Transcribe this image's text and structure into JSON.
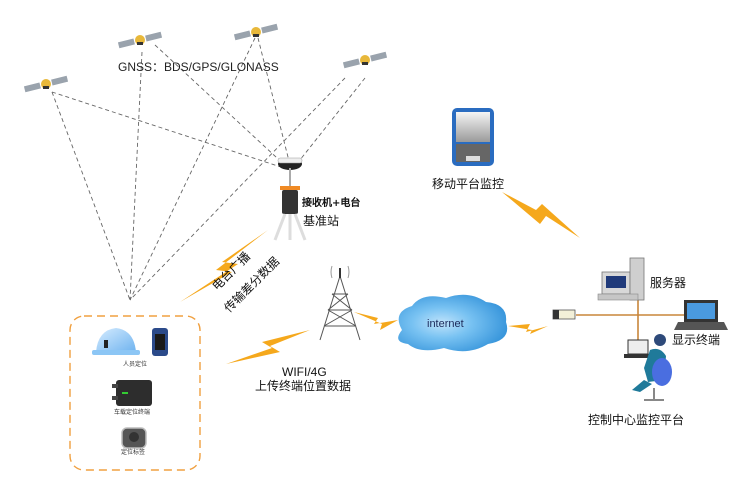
{
  "diagram": {
    "title": "GNSS positioning system architecture",
    "constellation_label": "GNSS：BDS/GPS/GLONASS",
    "base_station": {
      "receiver_label": "接收机+电台",
      "station_label": "基准站"
    },
    "radio_link": {
      "line1": "电台广播",
      "line2": "传输差分数据"
    },
    "wireless_link": {
      "line1": "WIFI/4G",
      "line2": "上传终端位置数据"
    },
    "cloud_label": "internet",
    "mobile_label": "移动平台监控",
    "server_label": "服务器",
    "display_label": "显示终端",
    "control_center_label": "控制中心监控平台",
    "terminals": {
      "personnel_label": "人员定位",
      "vehicle_label": "车载定位终端",
      "tag_label": "定位标签"
    },
    "colors": {
      "lightning": "#f5a81c",
      "dashed_box": "#f0a040",
      "dashed_lines": "#666666",
      "cloud": "#4aa8e8",
      "lan_line": "#c8863a"
    }
  }
}
